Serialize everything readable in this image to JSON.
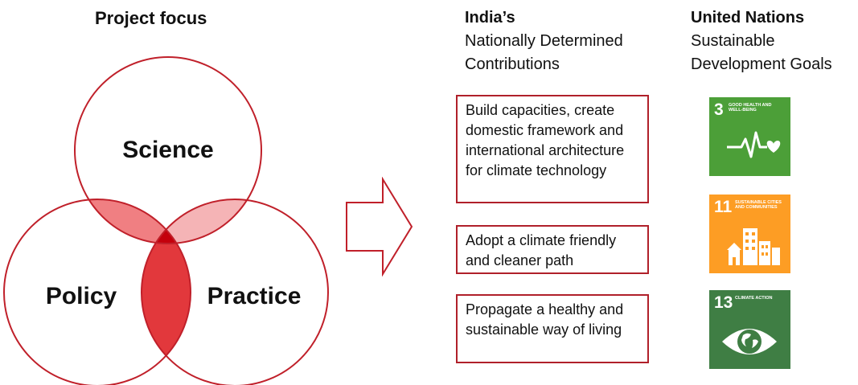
{
  "project_focus": {
    "title": "Project focus",
    "circles": [
      "Science",
      "Policy",
      "Practice"
    ]
  },
  "ndc": {
    "heading_bold": "India’s",
    "heading_line2": "Nationally Determined",
    "heading_line3": "Contributions",
    "items": [
      "Build capacities, create domestic framework and international architecture for climate technology",
      "Adopt a climate friendly and cleaner path",
      "Propagate a healthy and sustainable way of living"
    ]
  },
  "sdg": {
    "heading_bold": "United Nations",
    "heading_line2": "Sustainable",
    "heading_line3": "Development Goals",
    "tiles": [
      {
        "number": "3",
        "name": "Good health and well-being",
        "color": "#4c9f38",
        "icon": "heartbeat-icon"
      },
      {
        "number": "11",
        "name": "Sustainable cities and communities",
        "color": "#fd9d24",
        "icon": "city-buildings-icon"
      },
      {
        "number": "13",
        "name": "Climate action",
        "color": "#3f7e44",
        "icon": "earth-eye-icon"
      }
    ]
  },
  "colors": {
    "outline": "#c0202a",
    "overlap_light": "#f08a8a",
    "overlap_dark": "#c8000a"
  }
}
